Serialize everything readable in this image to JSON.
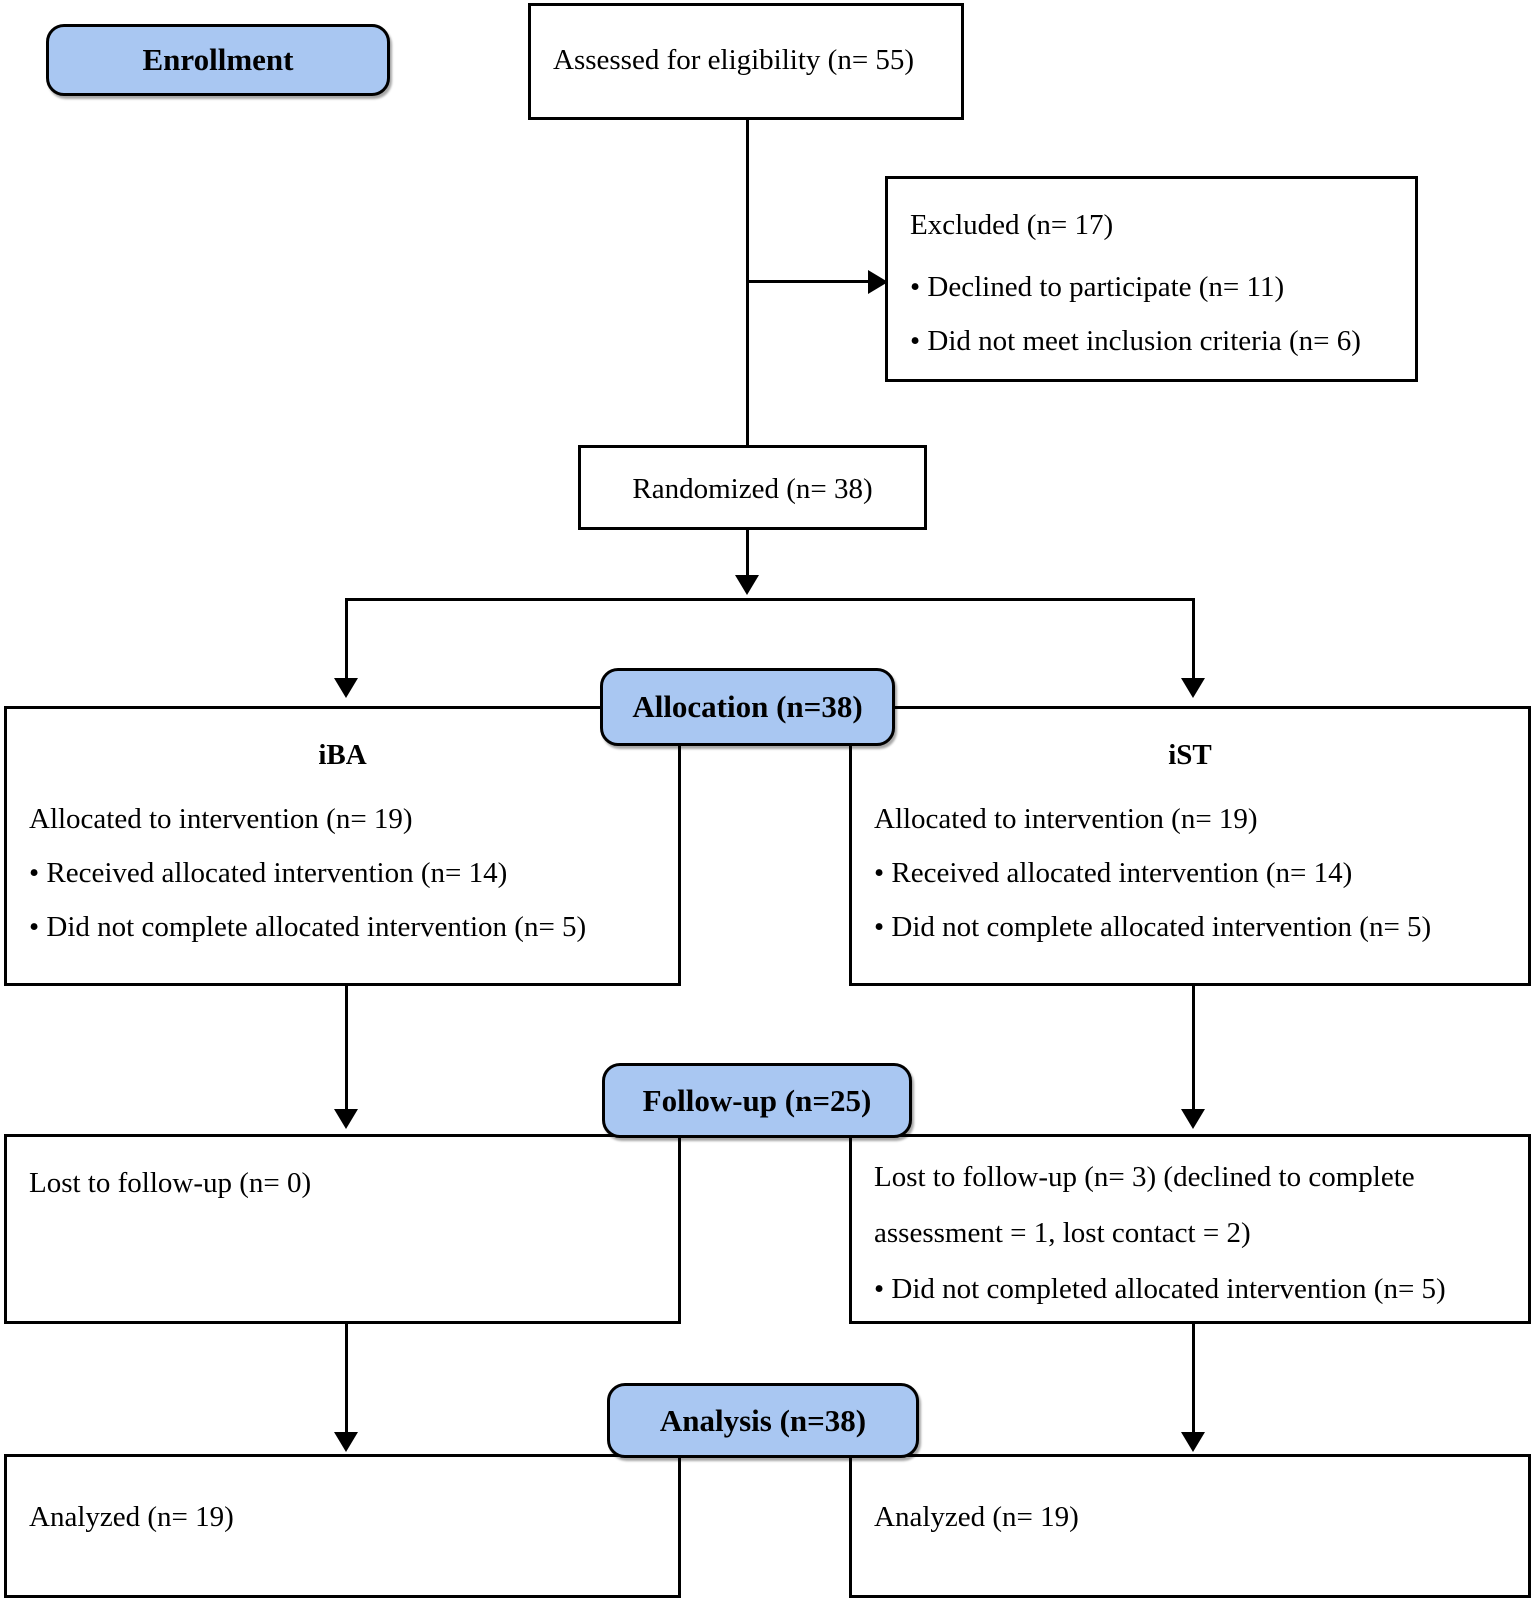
{
  "diagram": {
    "title": "CONSORT participant flow diagram",
    "accent_blue": "#a9c7f2",
    "line_color": "#000000",
    "stages": {
      "enrollment": "Enrollment",
      "allocation": "Allocation (n=38)",
      "followup": "Follow-up (n=25)",
      "analysis": "Analysis (n=38)"
    },
    "nodes": {
      "assessed": "Assessed for eligibility (n= 55)",
      "excluded_title": "Excluded (n= 17)",
      "excluded_items": [
        "• Declined to participate (n= 11)",
        "• Did not meet inclusion criteria (n= 6)"
      ],
      "randomized": "Randomized (n= 38)"
    },
    "arms": {
      "left": {
        "name": "iBA",
        "allocated": "Allocated to intervention (n= 19)",
        "allocated_items": [
          "• Received allocated intervention (n= 14)",
          "• Did not complete allocated intervention (n= 5)"
        ],
        "followup_lines": [
          "Lost to follow-up (n= 0)"
        ],
        "analyzed": "Analyzed (n= 19)"
      },
      "right": {
        "name": "iST",
        "allocated": "Allocated to intervention (n= 19)",
        "allocated_items": [
          "• Received allocated intervention (n= 14)",
          "• Did not complete allocated intervention (n= 5)"
        ],
        "followup_lines": [
          "Lost to follow-up (n= 3) (declined to complete",
          "assessment = 1, lost contact = 2)",
          "• Did not completed allocated intervention (n= 5)"
        ],
        "analyzed": "Analyzed (n= 19)"
      }
    }
  }
}
